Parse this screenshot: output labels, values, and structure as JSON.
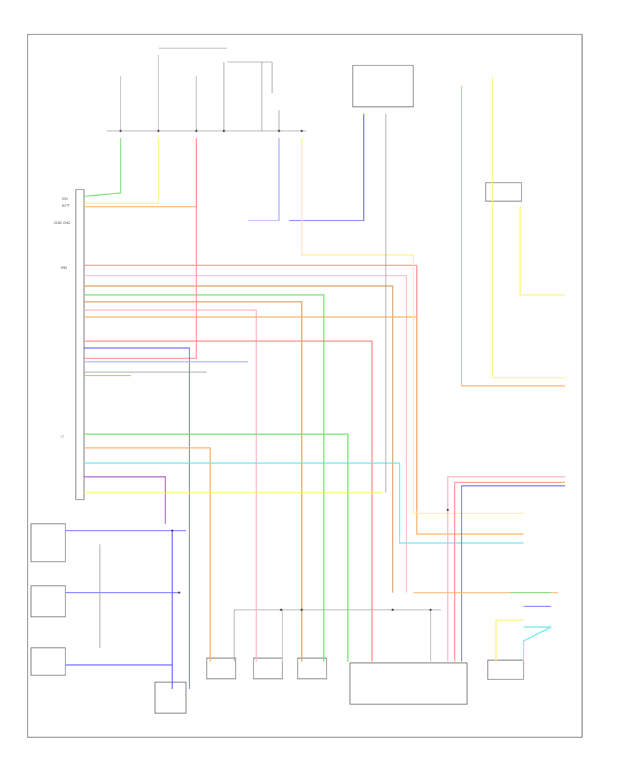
{
  "colors": {
    "green": "#6fe06f",
    "yellow": "#fff27a",
    "orange": "#ffb066",
    "red": "#ff8a8a",
    "pink": "#ffb3c0",
    "brown": "#d9a060",
    "blue": "#6a6aff",
    "purple": "#b05ad0",
    "cyan": "#66e8e8",
    "gray": "#9a9a9a",
    "black": "#333333",
    "lavender": "#b0b0ff"
  },
  "labels": {
    "ecm_rows": [
      "IGN",
      "BATT",
      "SENS GND",
      "",
      "",
      "",
      "",
      "",
      "SNS",
      "",
      "",
      "",
      "",
      "",
      "",
      "",
      "",
      "",
      "",
      "",
      "",
      "",
      "",
      "",
      "",
      "",
      "",
      "",
      "",
      "",
      "",
      "",
      "",
      "",
      "",
      "",
      "",
      "",
      "",
      "",
      "",
      "",
      "",
      "",
      "",
      "LT",
      "",
      ""
    ],
    "footer_left": "",
    "footer_mid": ""
  }
}
